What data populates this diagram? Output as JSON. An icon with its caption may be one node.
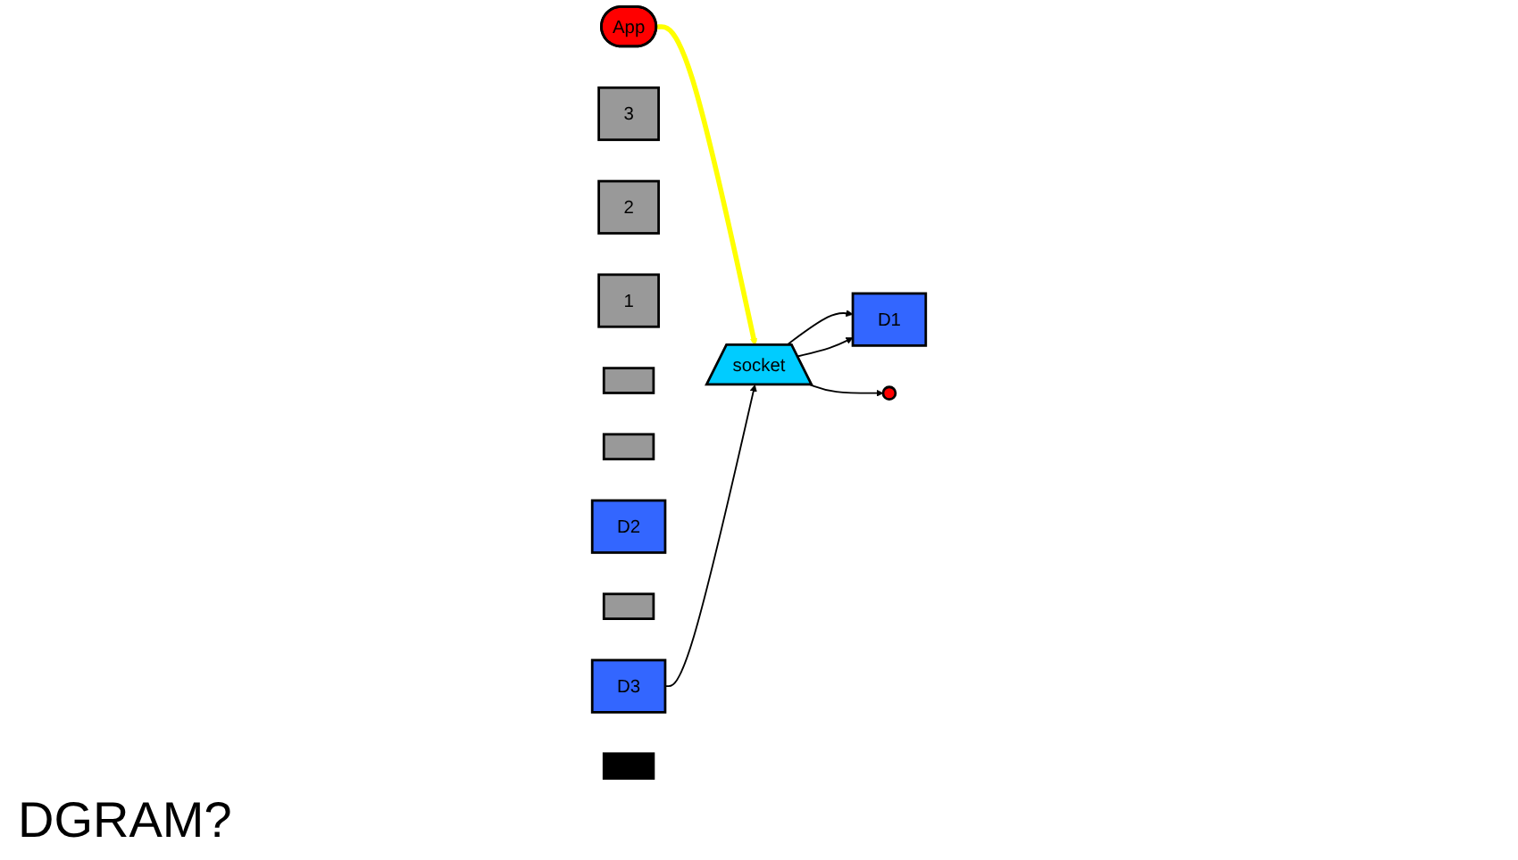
{
  "diagram": {
    "nodes": [
      {
        "text": [
          "App"
        ]
      },
      {
        "text": [
          "3"
        ]
      },
      {
        "text": [
          "2"
        ]
      },
      {
        "text": [
          "1"
        ]
      },
      {
        "text": [
          "socket"
        ]
      },
      {
        "text": [],
        "shape": "box"
      },
      {
        "text": [
          "D1"
        ]
      },
      {
        "text": [],
        "shape": "box"
      },
      {
        "text": [
          "D2"
        ]
      },
      {
        "text": [],
        "shape": "box"
      },
      {
        "text": [],
        "shape": "cross"
      },
      {
        "text": [
          "D3"
        ]
      },
      {
        "text": [],
        "shape": "box"
      }
    ],
    "edges": [
      {
        "from": 0,
        "to": 4,
        "arrow": "to",
        "style": "thick",
        "color": "#ffff00"
      },
      {
        "from": 4,
        "to": 6,
        "arrow": "to"
      },
      {
        "from": 4,
        "to": 6,
        "arrow": "to"
      },
      {
        "from": 4,
        "to": 10,
        "arrow": "to"
      },
      {
        "from": 11,
        "to": 4,
        "arrow": "to"
      }
    ],
    "labels": [
      "DGRAM?"
    ]
  }
}
